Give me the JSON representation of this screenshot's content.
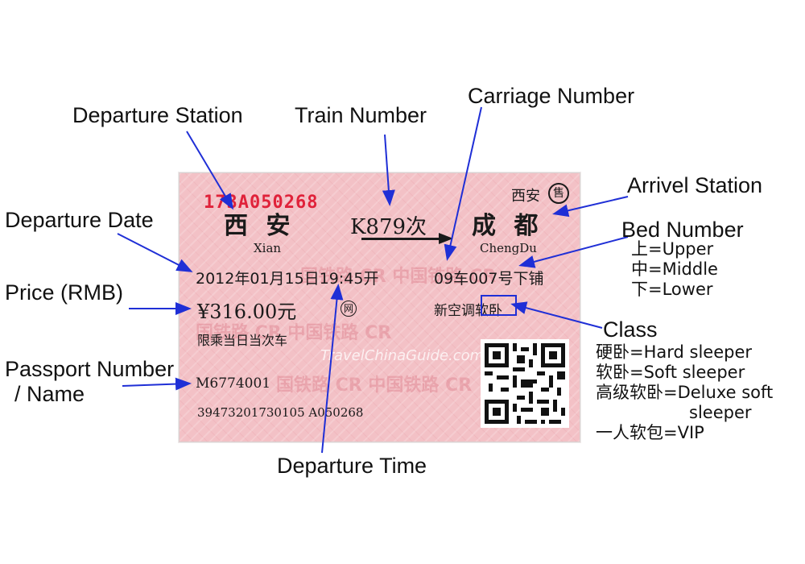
{
  "callouts": {
    "departure_station": "Departure Station",
    "train_number": "Train Number",
    "carriage_number": "Carriage Number",
    "arrival_station": "Arrivel Station",
    "departure_date": "Departure Date",
    "bed_number": "Bed Number",
    "price": "Price (RMB)",
    "class": "Class",
    "passport_line1": "Passport Number",
    "passport_line2": "/ Name",
    "departure_time": "Departure Time"
  },
  "bed_legend": [
    "上=Upper",
    "中=Middle",
    "下=Lower"
  ],
  "class_legend": [
    "硬卧=Hard sleeper",
    "软卧=Soft sleeper",
    "高级软卧=Deluxe soft",
    "sleeper",
    "一人软包=VIP"
  ],
  "ticket": {
    "serial": "173A050268",
    "issuing_station": "西安",
    "issuing_mark": "售",
    "from_station": "西  安",
    "from_pinyin": "Xian",
    "train_no": "K879次",
    "to_station": "成  都",
    "to_pinyin": "ChengDu",
    "date_time": "2012年01月15日19:45开",
    "seat": "09车007号下铺",
    "price": "¥316.00元",
    "net_mark": "网",
    "class": "新空调软卧",
    "restriction": "限乘当日当次车",
    "passport": "M6774001",
    "bottom_code": "39473201730105  A050268",
    "watermark_text": "国铁路 CR 中国铁路 CR",
    "site_watermark": "TravelChinaGuide.com"
  },
  "colors": {
    "arrow": "#1f2fd6",
    "ticket_bg": "#f3c1c6",
    "serial_red": "#e0223a"
  }
}
